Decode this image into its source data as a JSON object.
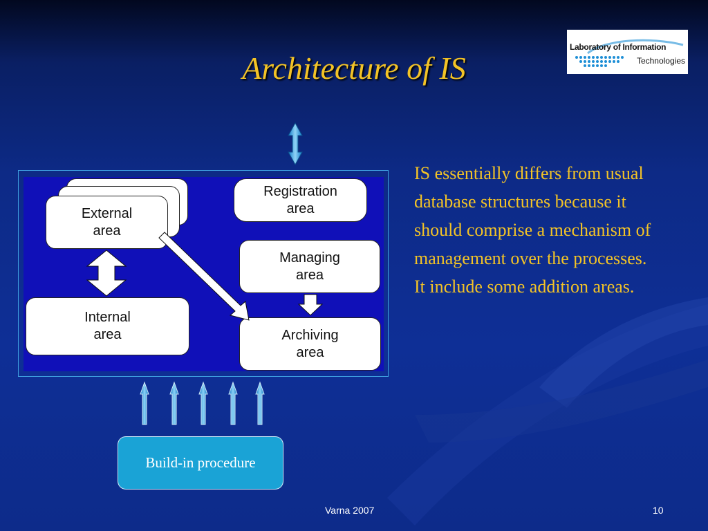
{
  "slide": {
    "title": "Architecture of  IS",
    "logo": {
      "line1": "Laboratory of Information",
      "line2": "Technologies"
    }
  },
  "diagram": {
    "external": "External\narea",
    "internal": "Internal\narea",
    "registration": "Registration\narea",
    "managing": "Managing\narea",
    "archiving": "Archiving\narea",
    "procedure": "Build-in procedure"
  },
  "description": {
    "paragraph1": "IS essentially differs from usual database structures because it should comprise a mechanism of management over the processes.",
    "paragraph2": "It include some addition areas."
  },
  "footer": {
    "location": "Varna 2007",
    "page": "10"
  },
  "colors": {
    "title": "#f3c326",
    "background": "#0e2f96",
    "panel": "#1010b8",
    "procedure_box": "#1aa3d6"
  }
}
